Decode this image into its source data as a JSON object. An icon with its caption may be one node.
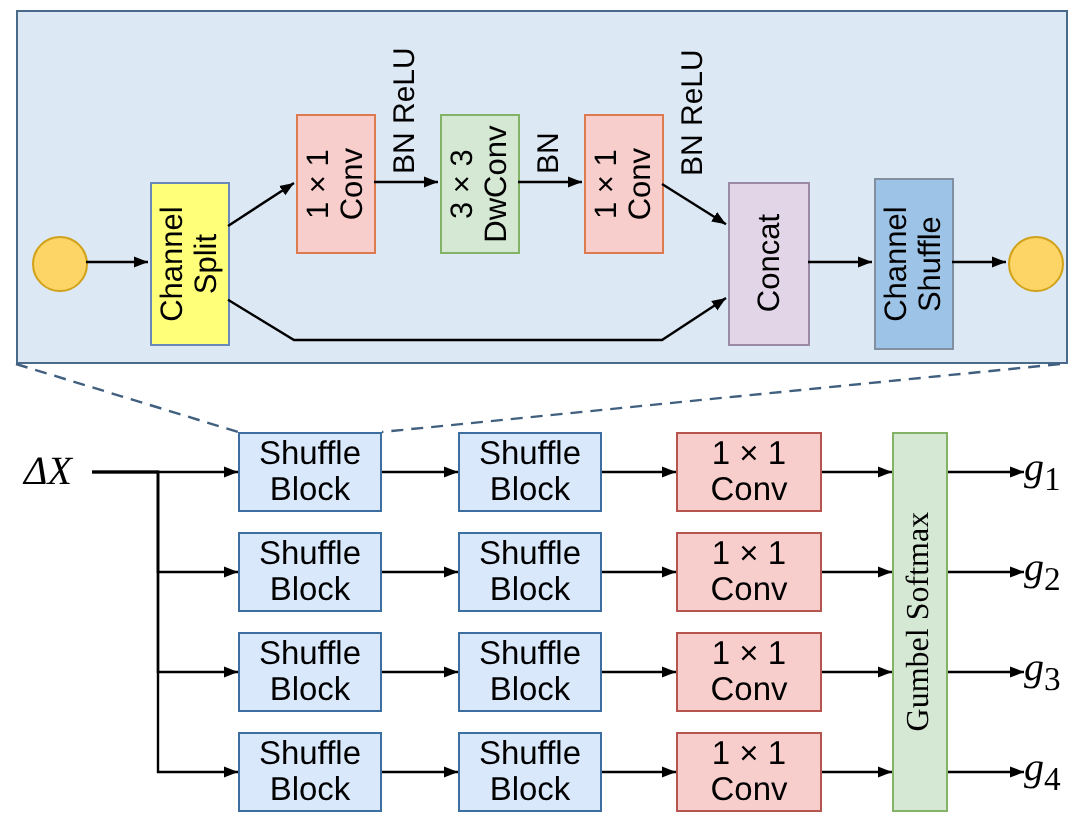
{
  "diagram": {
    "nodes": [
      {
        "text": [],
        "shape": "box"
      },
      {
        "text": [],
        "shape": "circle",
        "in": 0
      },
      {
        "text": [
          "Channel Split"
        ],
        "in": 0
      },
      {
        "text": [
          "1 × 1 Conv"
        ],
        "in": 0
      },
      {
        "text": [
          "3 × 3 DwConv"
        ],
        "in": 0
      },
      {
        "text": [
          "1 × 1 Conv"
        ],
        "in": 0
      },
      {
        "text": [
          "Concat"
        ],
        "in": 0
      },
      {
        "text": [
          "Channel Shuffle"
        ],
        "in": 0
      },
      {
        "text": [],
        "shape": "circle",
        "in": 0
      },
      {
        "text": [
          "ΔX"
        ]
      },
      {
        "text": [
          "Shuffle Block"
        ]
      },
      {
        "text": [
          "Shuffle Block"
        ]
      },
      {
        "text": [
          "1 × 1 Conv"
        ]
      },
      {
        "text": [
          "Shuffle Block"
        ]
      },
      {
        "text": [
          "Shuffle Block"
        ]
      },
      {
        "text": [
          "1 × 1 Conv"
        ]
      },
      {
        "text": [
          "Shuffle Block"
        ]
      },
      {
        "text": [
          "Shuffle Block"
        ]
      },
      {
        "text": [
          "1 × 1 Conv"
        ]
      },
      {
        "text": [
          "Shuffle Block"
        ]
      },
      {
        "text": [
          "Shuffle Block"
        ]
      },
      {
        "text": [
          "1 × 1 Conv"
        ]
      },
      {
        "text": [
          "Gumbel Softmax"
        ]
      },
      {
        "text": [
          "*g*$_{1}$"
        ]
      },
      {
        "text": [
          "*g*$_{2}$"
        ]
      },
      {
        "text": [
          "*g*$_{3}$"
        ]
      },
      {
        "text": [
          "*g*$_{4}$"
        ]
      }
    ],
    "edges": [
      {
        "from": 1,
        "to": 2,
        "arrow": "to"
      },
      {
        "from": 2,
        "to": 3,
        "arrow": "to"
      },
      {
        "from": 3,
        "to": 4,
        "arrow": "to",
        "label": "BN ReLU"
      },
      {
        "from": 4,
        "to": 5,
        "arrow": "to",
        "label": "BN"
      },
      {
        "from": 5,
        "to": 6,
        "arrow": "to",
        "label": "BN ReLU"
      },
      {
        "from": 2,
        "to": 6,
        "arrow": "to"
      },
      {
        "from": 6,
        "to": 7,
        "arrow": "to"
      },
      {
        "from": 7,
        "to": 8,
        "arrow": "to"
      },
      {
        "from": 0,
        "to": 10,
        "arrow": "none",
        "style": "dashed",
        "color": "#41607f"
      },
      {
        "from": 0,
        "to": 10,
        "arrow": "none",
        "style": "dashed",
        "color": "#41607f"
      },
      {
        "from": 9,
        "to": 10,
        "arrow": "to"
      },
      {
        "from": 9,
        "to": 13,
        "arrow": "to"
      },
      {
        "from": 9,
        "to": 16,
        "arrow": "to"
      },
      {
        "from": 9,
        "to": 19,
        "arrow": "to"
      },
      {
        "from": 10,
        "to": 11,
        "arrow": "to"
      },
      {
        "from": 11,
        "to": 12,
        "arrow": "to"
      },
      {
        "from": 12,
        "to": 22,
        "arrow": "to"
      },
      {
        "from": 13,
        "to": 14,
        "arrow": "to"
      },
      {
        "from": 14,
        "to": 15,
        "arrow": "to"
      },
      {
        "from": 15,
        "to": 22,
        "arrow": "to"
      },
      {
        "from": 16,
        "to": 17,
        "arrow": "to"
      },
      {
        "from": 17,
        "to": 18,
        "arrow": "to"
      },
      {
        "from": 18,
        "to": 22,
        "arrow": "to"
      },
      {
        "from": 19,
        "to": 20,
        "arrow": "to"
      },
      {
        "from": 20,
        "to": 21,
        "arrow": "to"
      },
      {
        "from": 21,
        "to": 22,
        "arrow": "to"
      },
      {
        "from": 22,
        "to": 23,
        "arrow": "to"
      },
      {
        "from": 22,
        "to": 24,
        "arrow": "to"
      },
      {
        "from": 22,
        "to": 25,
        "arrow": "to"
      },
      {
        "from": 22,
        "to": 26,
        "arrow": "to"
      }
    ]
  }
}
